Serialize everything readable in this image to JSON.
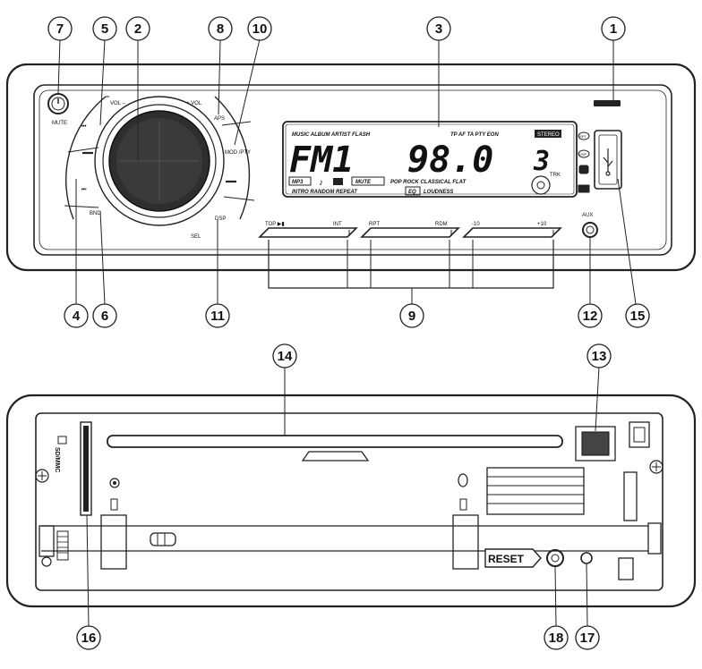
{
  "callouts": [
    "1",
    "2",
    "3",
    "4",
    "5",
    "6",
    "7",
    "8",
    "9",
    "10",
    "11",
    "12",
    "13",
    "14",
    "15",
    "16",
    "17",
    "18"
  ],
  "front_panel": {
    "mute": "MUTE",
    "vol_minus": "VOL –",
    "vol_plus": "+ VOL",
    "aps": "APS",
    "mod_pty": "MOD /PTY",
    "bnd": "BND",
    "dsp": "DSP",
    "sel": "SEL",
    "top": "TOP ▶▮",
    "int": "INT",
    "rpt": "RPT",
    "rdm": "RDM",
    "minus10": "-10",
    "plus10": "+10",
    "aux": "AUX"
  },
  "lcd": {
    "row1": "MUSIC ALBUM ARTIST FLASH",
    "row1b": "TP AF TA PTY EON",
    "stereo": "STEREO",
    "band": "FM1",
    "freq": "98.0",
    "channel": "3",
    "trk": "TRK",
    "mp3": "MP3",
    "mute": "MUTE",
    "eq_modes": "POP ROCK CLASSICAL FLAT",
    "row3": "INTRO RANDOM REPEAT",
    "eq": "EQ",
    "loudness": "LOUDNESS",
    "side1": "RPT",
    "side2": "DSP"
  },
  "back_panel": {
    "sd_mmc": "SD/MMC",
    "reset": "RESET"
  }
}
